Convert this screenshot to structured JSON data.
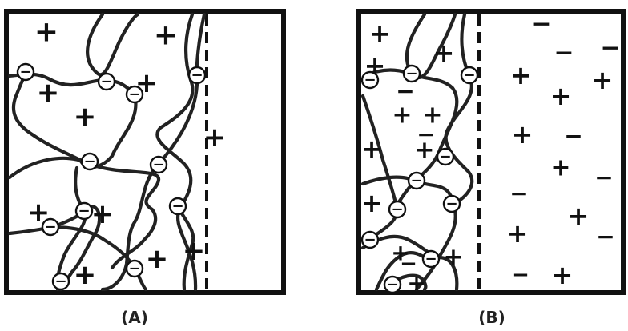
{
  "panels": [
    {
      "id": "A",
      "label": "(A)"
    },
    {
      "id": "B",
      "label": "(B)"
    }
  ],
  "symbols": {
    "positive": "+",
    "negative": "−"
  },
  "colors": {
    "line": "#222222",
    "background": "#ffffff"
  }
}
